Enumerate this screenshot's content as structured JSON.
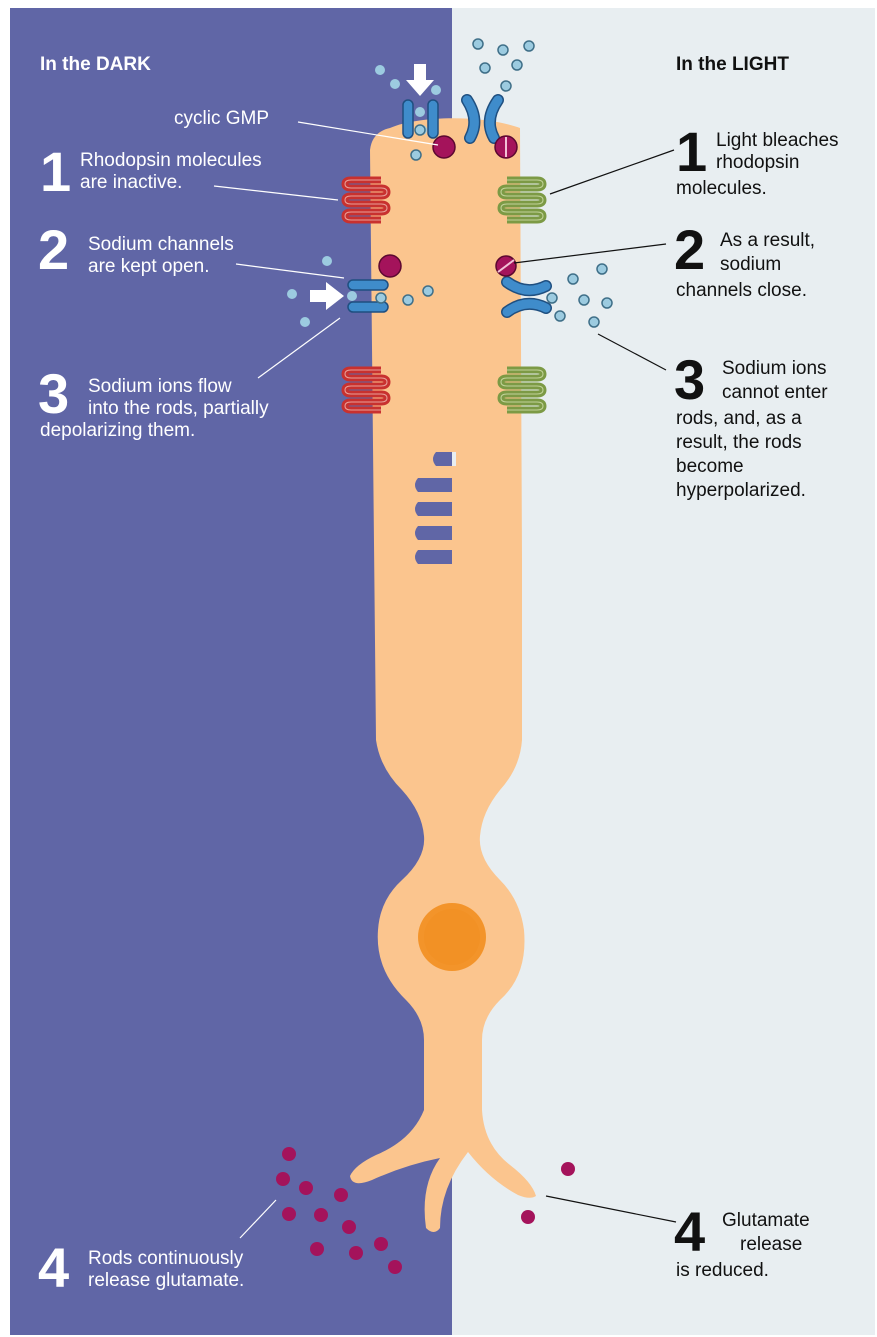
{
  "panels": {
    "dark": {
      "title": "In the DARK",
      "bg": "#6066a6"
    },
    "light": {
      "title": "In the LIGHT",
      "bg": "#e8eef1"
    }
  },
  "colors": {
    "cell": "#fbc58e",
    "nucleus": "#f29125",
    "rhodopsin_inactive": "#c8312f",
    "rhodopsin_bleached": "#7c9a45",
    "channel": "#3f8ccb",
    "cgmp": "#a4135b",
    "sodium_ion": "#9ccbe0",
    "glutamate": "#a4135b"
  },
  "labels": {
    "cyclic_gmp": "cyclic GMP"
  },
  "dark_steps": [
    {
      "number": "1",
      "text_line1": "Rhodopsin molecules",
      "text_line2": "are inactive.",
      "text_line3": ""
    },
    {
      "number": "2",
      "text_line1": "Sodium channels",
      "text_line2": "are kept open.",
      "text_line3": ""
    },
    {
      "number": "3",
      "text_line1": "Sodium ions flow",
      "text_line2": "into the rods, partially",
      "text_line3": "depolarizing them."
    },
    {
      "number": "4",
      "text_line1": "Rods continuously",
      "text_line2": "release glutamate.",
      "text_line3": ""
    }
  ],
  "light_steps": [
    {
      "number": "1",
      "text_line1": "Light bleaches",
      "text_line2": "rhodopsin",
      "text_line3": "molecules."
    },
    {
      "number": "2",
      "text_line1": "As a result,",
      "text_line2": "sodium",
      "text_line3": "channels close."
    },
    {
      "number": "3",
      "text_line1": "Sodium ions",
      "text_line2": "cannot enter",
      "text_line3": "rods, and, as a",
      "text_line4": "result, the rods",
      "text_line5": "become",
      "text_line6": "hyperpolarized."
    },
    {
      "number": "4",
      "text_line1": "Glutamate",
      "text_line2": "release",
      "text_line3": "is reduced."
    }
  ]
}
